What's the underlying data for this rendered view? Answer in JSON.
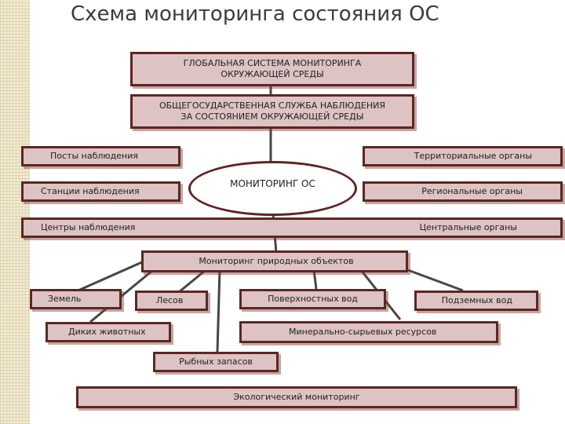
{
  "title": "Схема мониторинга состояния ОС",
  "colors": {
    "box_fill": "#ddc3c3",
    "border": "#5e2622",
    "line": "#4a4545"
  },
  "boxes": {
    "global_system": "ГЛОБАЛЬНАЯ СИСТЕМА МОНИТОРИНГА\nОКРУЖАЮЩЕЙ СРЕДЫ",
    "state_service": "ОБЩЕГОСУДАРСТВЕННАЯ СЛУЖБА НАБЛЮДЕНИЯ\nЗА СОСТОЯНИЕМ ОКРУЖАЮЩЕЙ СРЕДЫ",
    "center": "МОНИТОРИНГ ОС",
    "posts": "Посты наблюдения",
    "stations": "Станции наблюдения",
    "centers": "Центры наблюдения",
    "territorial": "Территориальные органы",
    "regional": "Региональные органы",
    "central": "Центральные органы",
    "natural_objects": "Мониторинг природных объектов",
    "land": "Земель",
    "forests": "Лесов",
    "surface_water": "Поверхностных вод",
    "ground_water": "Подземных вод",
    "wild_animals": "Диких животных",
    "mineral_resources": "Минерально-сырьевых ресурсов",
    "fish_stocks": "Рыбных запасов",
    "ecological": "Экологический мониторинг"
  }
}
